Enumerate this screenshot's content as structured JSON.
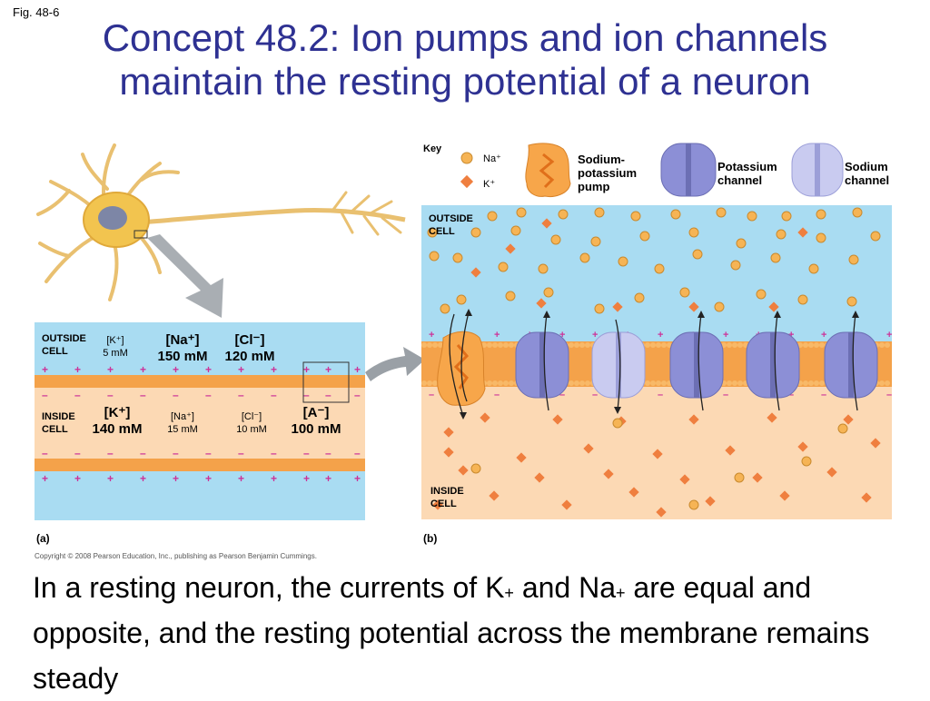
{
  "fig_label": "Fig. 48-6",
  "title_line1": "Concept 48.2: Ion pumps and ion channels",
  "title_line2": "maintain the resting potential of a neuron",
  "caption": {
    "part1": "In a resting neuron, the currents of K",
    "sup1": "+",
    "part2": " and Na",
    "sup2": "+",
    "part3": " are equal and opposite, and the resting potential across the membrane remains steady"
  },
  "copyright": "Copyright © 2008 Pearson Education, Inc., publishing as Pearson Benjamin Cummings.",
  "panel_a": {
    "tag": "(a)",
    "outside_label_1": "OUTSIDE",
    "outside_label_2": "CELL",
    "inside_label_1": "INSIDE",
    "inside_label_2": "CELL",
    "outside_k_ion": "[K⁺]",
    "outside_k_conc": "5 mM",
    "outside_na_ion": "[Na⁺]",
    "outside_na_conc": "150 mM",
    "outside_cl_ion": "[Cl⁻]",
    "outside_cl_conc": "120 mM",
    "inside_k_ion": "[K⁺]",
    "inside_k_conc": "140 mM",
    "inside_na_ion": "[Na⁺]",
    "inside_na_conc": "15 mM",
    "inside_cl_ion": "[Cl⁻]",
    "inside_cl_conc": "10 mM",
    "inside_a_ion": "[A⁻]",
    "inside_a_conc": "100 mM"
  },
  "panel_b": {
    "tag": "(b)",
    "key_label": "Key",
    "key_na": "Na⁺",
    "key_k": "K⁺",
    "key_pump_1": "Sodium-",
    "key_pump_2": "potassium",
    "key_pump_3": "pump",
    "key_kchan_1": "Potassium",
    "key_kchan_2": "channel",
    "key_nachan_1": "Sodium",
    "key_nachan_2": "channel",
    "outside_label_1": "OUTSIDE",
    "outside_label_2": "CELL",
    "inside_label_1": "INSIDE",
    "inside_label_2": "CELL"
  },
  "colors": {
    "title": "#2e3192",
    "extracellular": "#a9dcf2",
    "cytoplasm": "#fcd9b4",
    "membrane": "#f4a24a",
    "na_ion": "#f6b455",
    "k_ion": "#ef7f3f",
    "potassium_channel": "#8c8fd6",
    "sodium_channel": "#c9cbf0",
    "pump": "#f7a64a",
    "plus_sign": "#cc3399",
    "minus_sign": "#cc3399"
  }
}
